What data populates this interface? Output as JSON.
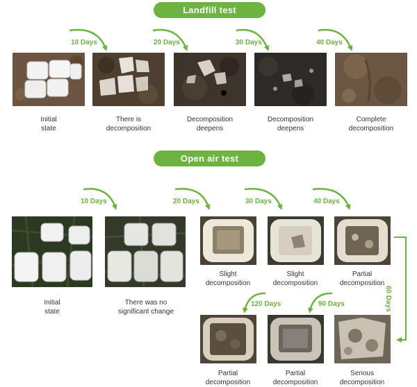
{
  "landfill": {
    "title": "Landfill test",
    "steps": [
      {
        "caption": "Initial\nstate"
      },
      {
        "caption": "There is\ndecomposition"
      },
      {
        "caption": "Decomposition\ndeepens"
      },
      {
        "caption": "Decomposition\ndeepens"
      },
      {
        "caption": "Complete\ndecomposition"
      }
    ],
    "intervals": [
      "10 Days",
      "20 Days",
      "30 Days",
      "40 Days"
    ]
  },
  "open_air": {
    "title": "Open air test",
    "steps": [
      {
        "caption": "Initial\nstate"
      },
      {
        "caption": "There was no\nsignificant change"
      },
      {
        "caption": "Slight\ndecomposition"
      },
      {
        "caption": "Slight\ndecomposition"
      },
      {
        "caption": "Partial\ndecomposition"
      }
    ],
    "intervals": [
      "10 Days",
      "20 Days",
      "30 Days",
      "40 Days"
    ],
    "vertical_interval": "60 Days",
    "bottom_intervals": [
      "120 Days",
      "90 Days"
    ],
    "bottom_steps": [
      {
        "caption": "Partial\ndecomposition"
      },
      {
        "caption": "Partial\ndecomposition"
      },
      {
        "caption": "Serious\ndecomposition"
      }
    ]
  },
  "colors": {
    "accent": "#6cb33f",
    "soil": "#5a4632",
    "tray": "#eeeeee"
  }
}
